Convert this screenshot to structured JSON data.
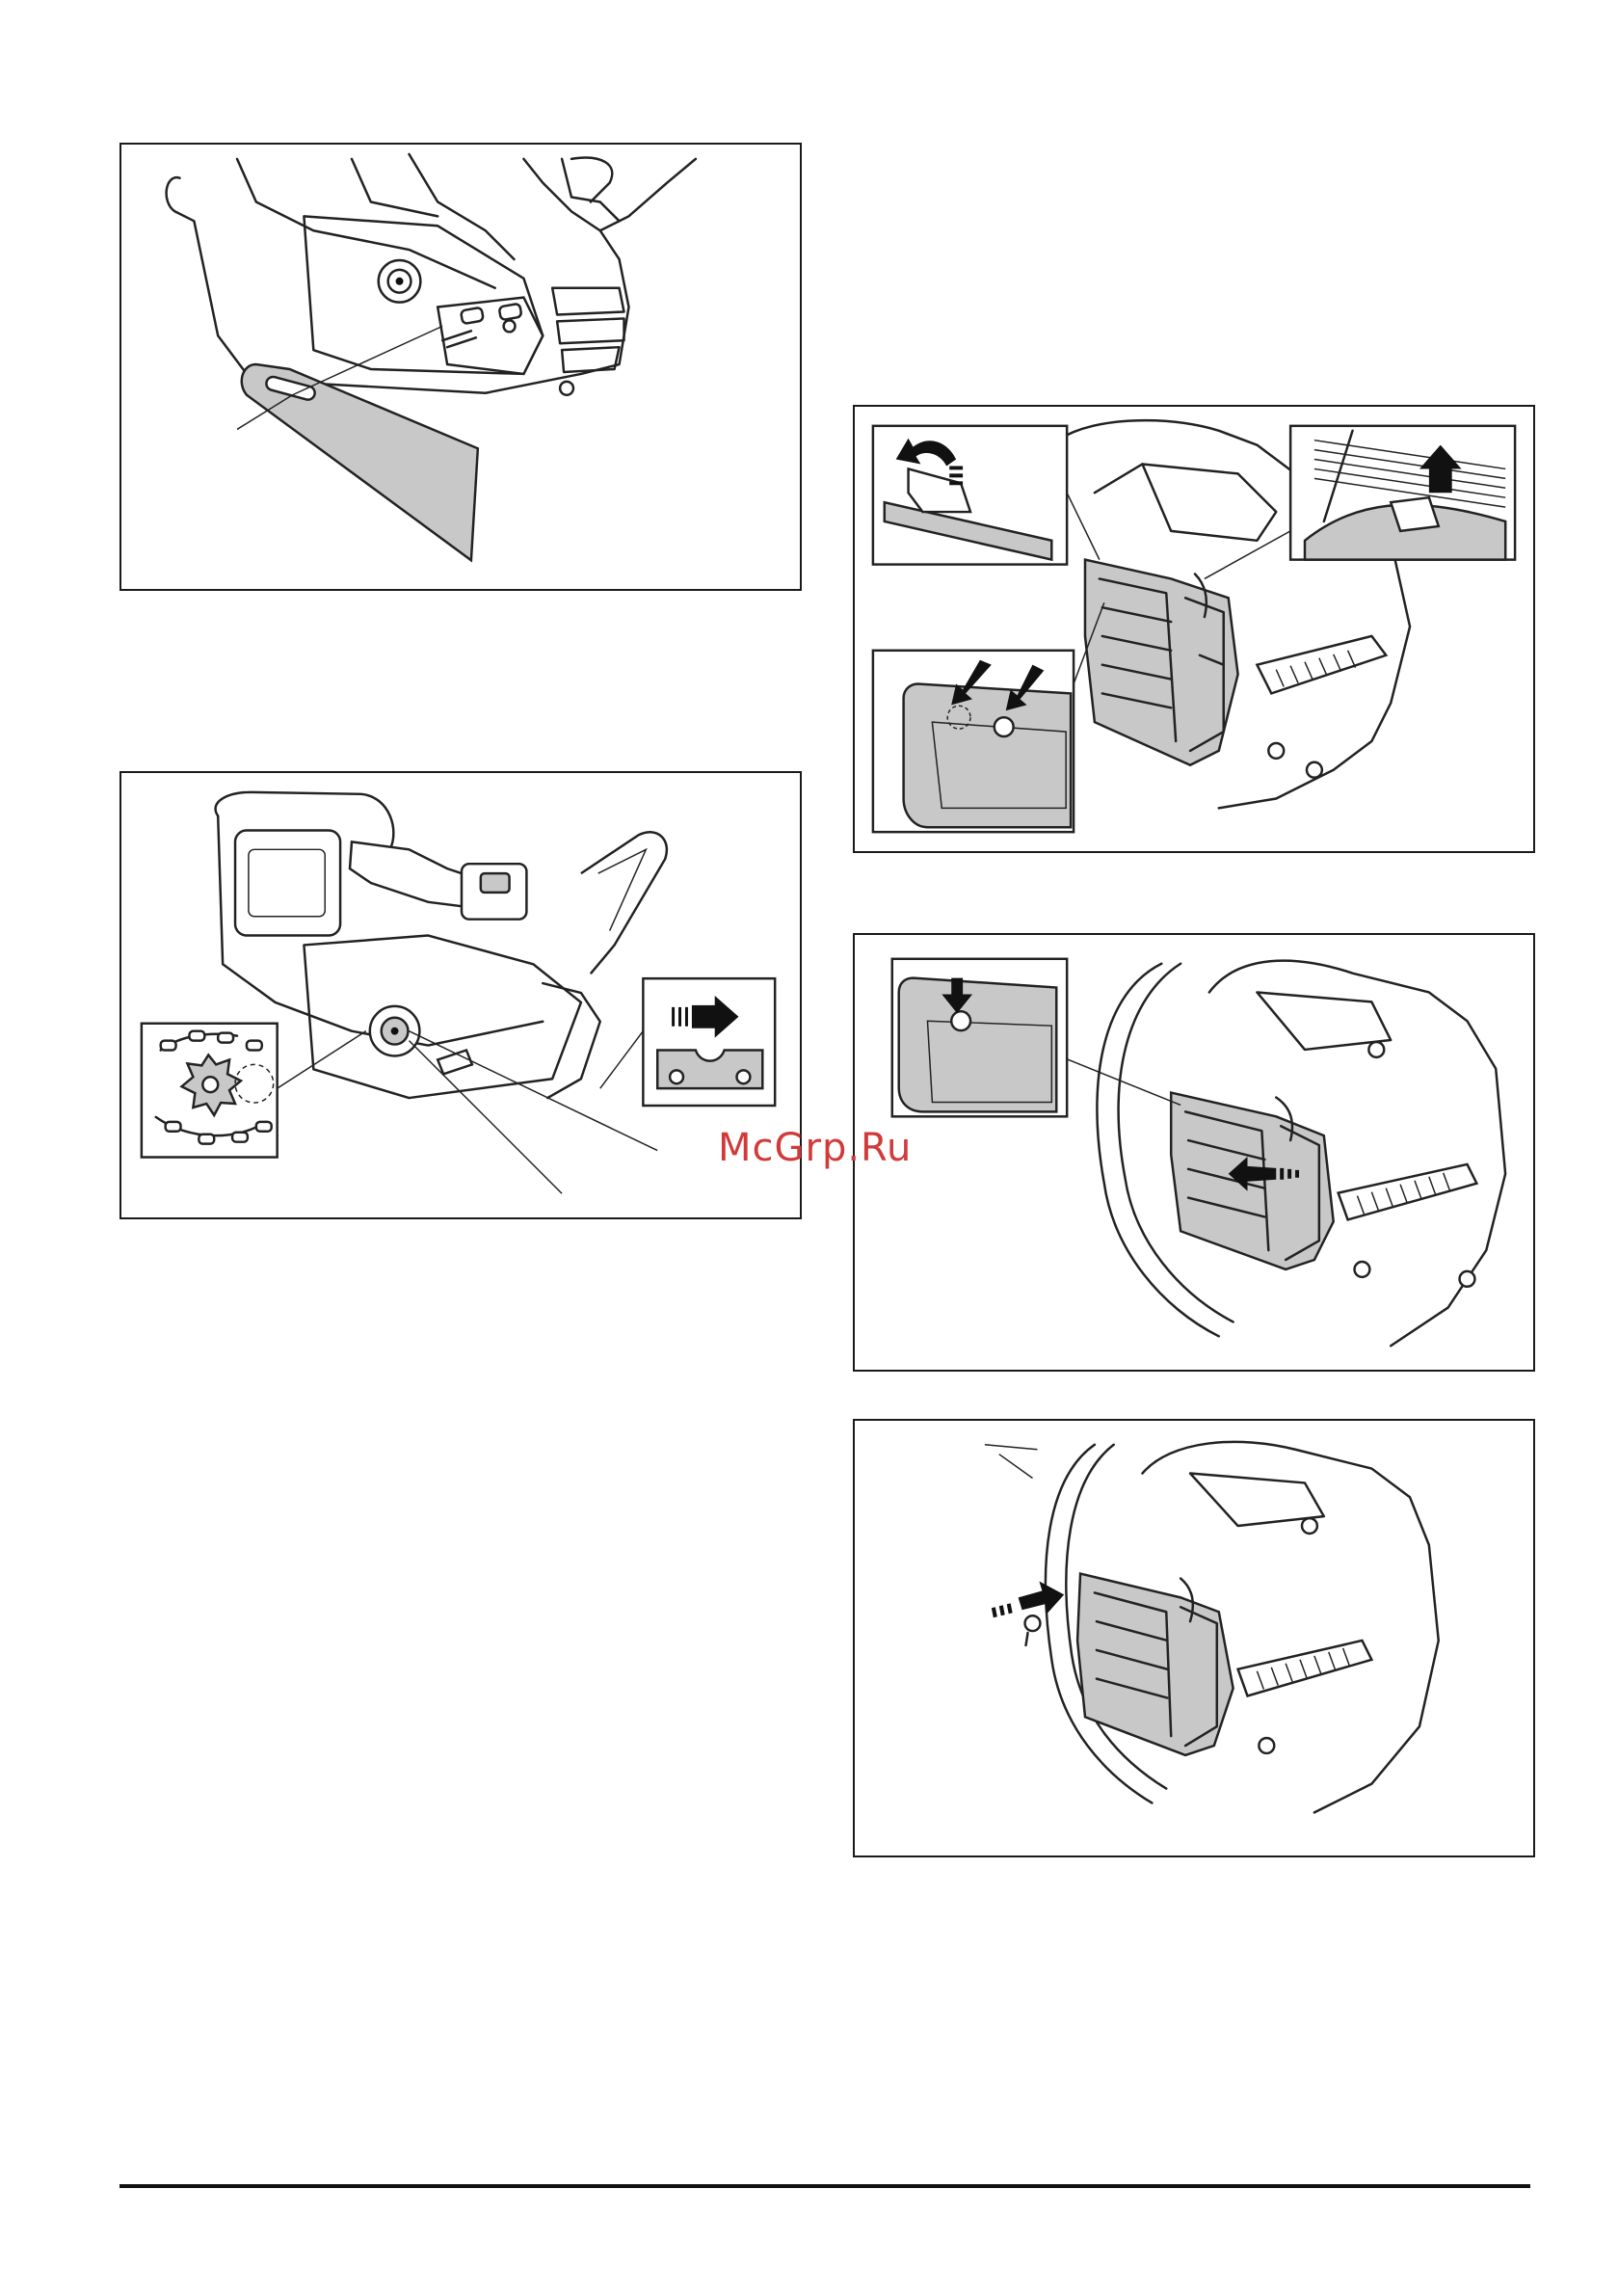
{
  "watermark": "McGrp.Ru",
  "figures": [
    {
      "id": "fig1",
      "subject": "guide-bar-fitting"
    },
    {
      "id": "fig2",
      "subject": "saw-chain-on-sprocket"
    },
    {
      "id": "fig3",
      "subject": "remove-air-filter-cover"
    },
    {
      "id": "fig4",
      "subject": "insert-air-filter-cover"
    },
    {
      "id": "fig5",
      "subject": "tighten-cover-screw"
    }
  ],
  "colors": {
    "line": "#222222",
    "fill": "#c8c8c8",
    "border": "#1a1a1a",
    "watermark": "#d23a3a"
  }
}
